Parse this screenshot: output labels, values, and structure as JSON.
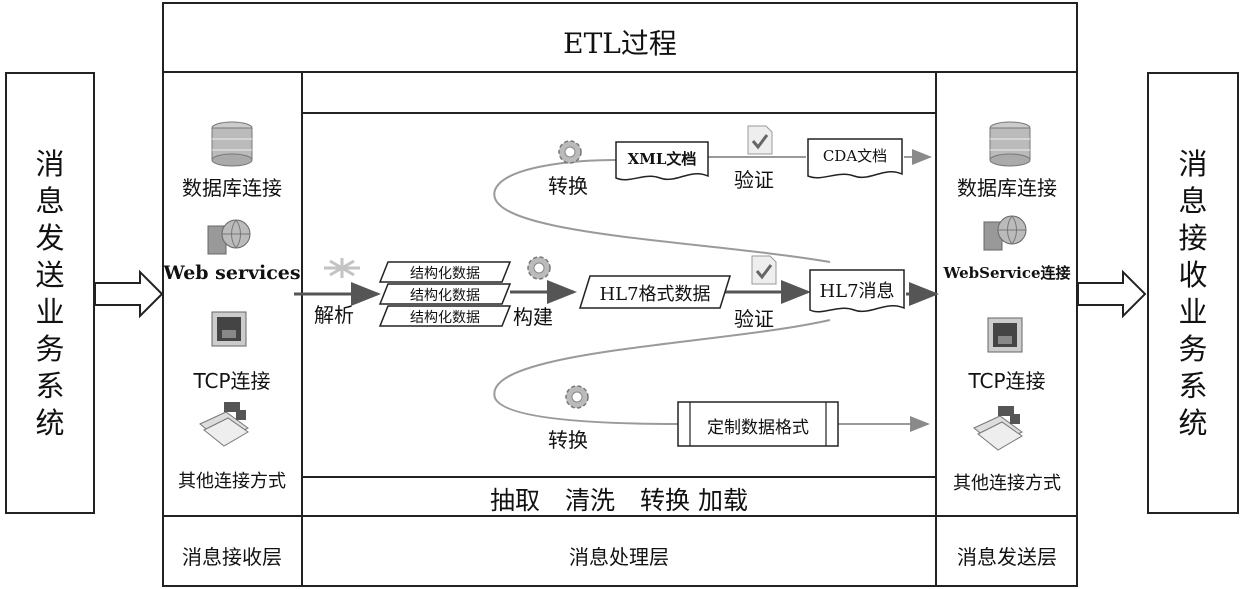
{
  "left_system": [
    "消",
    "息",
    "发",
    "送",
    "业",
    "务",
    "系",
    "统"
  ],
  "right_system": [
    "消",
    "息",
    "接",
    "收",
    "业",
    "务",
    "系",
    "统"
  ],
  "etl_title": "ETL过程",
  "receive_layer": {
    "items": [
      {
        "label": "数据库连接",
        "icon": "database-icon"
      },
      {
        "label": "Web services",
        "icon": "globe-server-icon"
      },
      {
        "label": "TCP连接",
        "icon": "network-port-icon"
      },
      {
        "label": "其他连接方式",
        "icon": "connector-documents-icon"
      }
    ],
    "footer": "消息接收层"
  },
  "send_layer": {
    "items": [
      {
        "label": "数据库连接",
        "icon": "database-icon"
      },
      {
        "label": "WebService连接",
        "icon": "globe-server-icon"
      },
      {
        "label": "TCP连接",
        "icon": "network-port-icon"
      },
      {
        "label": "其他连接方式",
        "icon": "connector-documents-icon"
      }
    ],
    "footer": "消息发送层"
  },
  "process_layer": {
    "footer": "消息处理层",
    "steps_bar": "抽取　清洗　转换 加载",
    "parse": "解析",
    "structured": [
      "结构化数据",
      "结构化数据",
      "结构化数据"
    ],
    "build": "构建",
    "hl7_format": "HL7格式数据",
    "verify_mid": "验证",
    "hl7_message": "HL7消息",
    "transform_top": "转换",
    "xml_doc": "XML文档",
    "verify_top": "验证",
    "cda_doc": "CDA文档",
    "transform_bottom": "转换",
    "custom_format": "定制数据格式"
  },
  "colors": {
    "border": "#222222",
    "arrow_gray": "#888888",
    "arrow_dark": "#555555",
    "icon_gray": "#9a9a9a"
  }
}
